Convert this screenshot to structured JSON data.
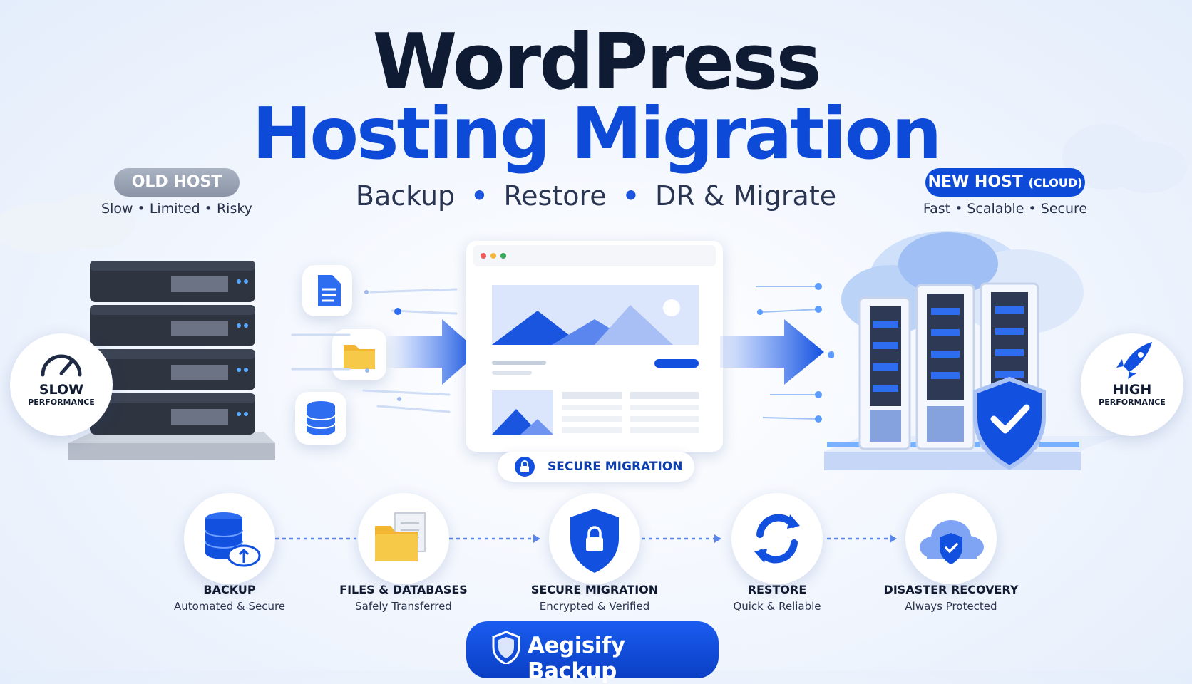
{
  "header": {
    "title_line1": "WordPress",
    "title_line2": "Hosting Migration",
    "subtitle_items": [
      "Backup",
      "Restore",
      "DR & Migrate"
    ]
  },
  "old_host": {
    "badge": "OLD HOST",
    "traits": "Slow • Limited • Risky",
    "perf_title": "SLOW",
    "perf_sub": "PERFORMANCE"
  },
  "new_host": {
    "badge": "NEW HOST",
    "badge_suffix": "(CLOUD)",
    "traits": "Fast • Scalable • Secure",
    "perf_title": "HIGH",
    "perf_sub": "PERFORMANCE"
  },
  "center": {
    "secure_label": "SECURE MIGRATION"
  },
  "steps": [
    {
      "title": "BACKUP",
      "sub": "Automated & Secure",
      "icon": "database-cloud-icon"
    },
    {
      "title": "FILES & DATABASES",
      "sub": "Safely Transferred",
      "icon": "folder-files-icon"
    },
    {
      "title": "SECURE MIGRATION",
      "sub": "Encrypted & Verified",
      "icon": "shield-lock-icon"
    },
    {
      "title": "RESTORE",
      "sub": "Quick & Reliable",
      "icon": "refresh-icon"
    },
    {
      "title": "DISASTER RECOVERY",
      "sub": "Always Protected",
      "icon": "cloud-shield-icon"
    }
  ],
  "brand": {
    "name": "Aegisify Backup"
  },
  "colors": {
    "primary": "#0d4ad8",
    "dark": "#0f1a33",
    "old_badge": "#9aa3b3"
  }
}
